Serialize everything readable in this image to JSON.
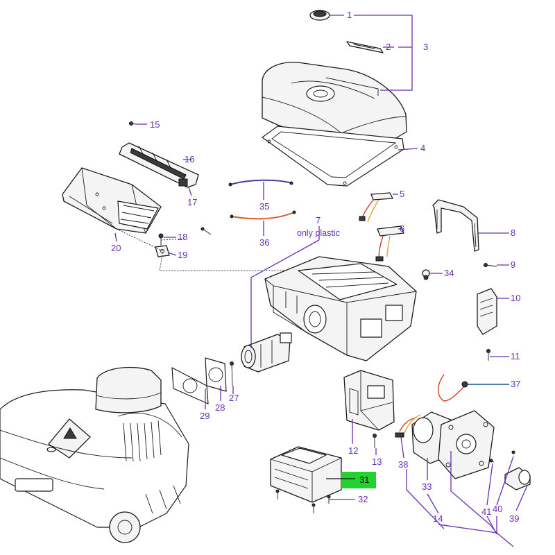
{
  "diagram": {
    "note": "only plastic",
    "highlight_color": "#22d32f",
    "leader_color": "#6a2fb5",
    "callouts": {
      "c1": "1",
      "c2": "2",
      "c3": "3",
      "c4": "4",
      "c5": "5",
      "c6": "6",
      "c7": "7",
      "c8": "8",
      "c9": "9",
      "c10": "10",
      "c11": "11",
      "c12": "12",
      "c13": "13",
      "c14": "14",
      "c15": "15",
      "c16": "16",
      "c17": "17",
      "c18": "18",
      "c19": "19",
      "c20": "20",
      "c27": "27",
      "c28": "28",
      "c29": "29",
      "c31": "31",
      "c32": "32",
      "c33": "33",
      "c34": "34",
      "c35": "35",
      "c36": "36",
      "c37": "37",
      "c38": "38",
      "c39": "39",
      "c40": "40",
      "c41": "41"
    }
  }
}
